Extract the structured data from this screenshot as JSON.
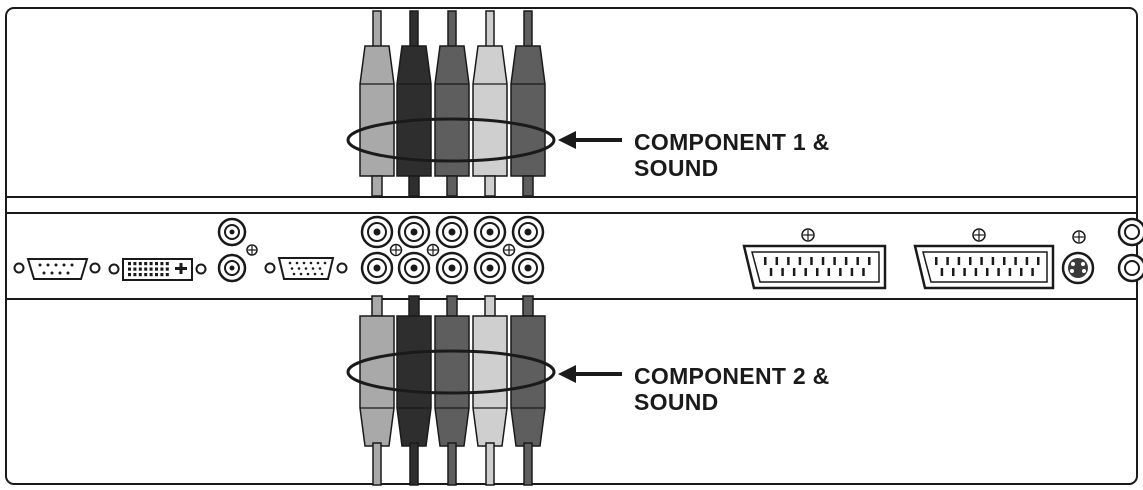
{
  "labels": {
    "component_1": "COMPONENT 1 &\nSOUND",
    "component_2": "COMPONENT 2 &\nSOUND"
  },
  "cables": {
    "top_group": [
      "light-gray",
      "black",
      "dark-gray",
      "pale-gray",
      "dark-gray"
    ],
    "bottom_group": [
      "light-gray",
      "black",
      "dark-gray",
      "pale-gray",
      "dark-gray"
    ]
  },
  "colors": {
    "light-gray": "#a9a9a9",
    "black": "#2e2e2e",
    "dark-gray": "#5e5e5e",
    "pale-gray": "#cfcfcf",
    "outline": "#1a1a1a",
    "highlight": "#8d8d8d"
  },
  "icons": [
    "serial-port-icon",
    "dvi-port-icon",
    "audio-jack-icon",
    "vga-port-icon",
    "rca-jack-icon",
    "scart-connector-icon",
    "s-video-jack-icon",
    "ground-symbol-icon",
    "arrow-left-icon"
  ]
}
